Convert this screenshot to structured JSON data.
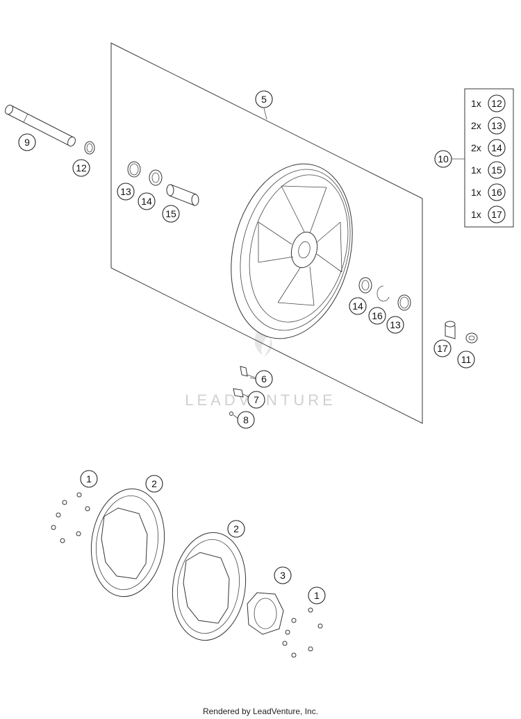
{
  "callouts": {
    "c1a": "1",
    "c1b": "1",
    "c2a": "2",
    "c2b": "2",
    "c3": "3",
    "c5": "5",
    "c6": "6",
    "c7": "7",
    "c8": "8",
    "c9": "9",
    "c10": "10",
    "c11": "11",
    "c12": "12",
    "c13a": "13",
    "c13b": "13",
    "c14a": "14",
    "c14b": "14",
    "c15": "15",
    "c16": "16",
    "c17": "17"
  },
  "kit": {
    "items": [
      {
        "qty": "1x",
        "part": "12"
      },
      {
        "qty": "2x",
        "part": "13"
      },
      {
        "qty": "2x",
        "part": "14"
      },
      {
        "qty": "1x",
        "part": "15"
      },
      {
        "qty": "1x",
        "part": "16"
      },
      {
        "qty": "1x",
        "part": "17"
      }
    ]
  },
  "watermark": "LEADVENTURE",
  "footer": "Rendered by LeadVenture, Inc.",
  "colors": {
    "line": "#333333",
    "watermark": "#d0d0d0"
  }
}
